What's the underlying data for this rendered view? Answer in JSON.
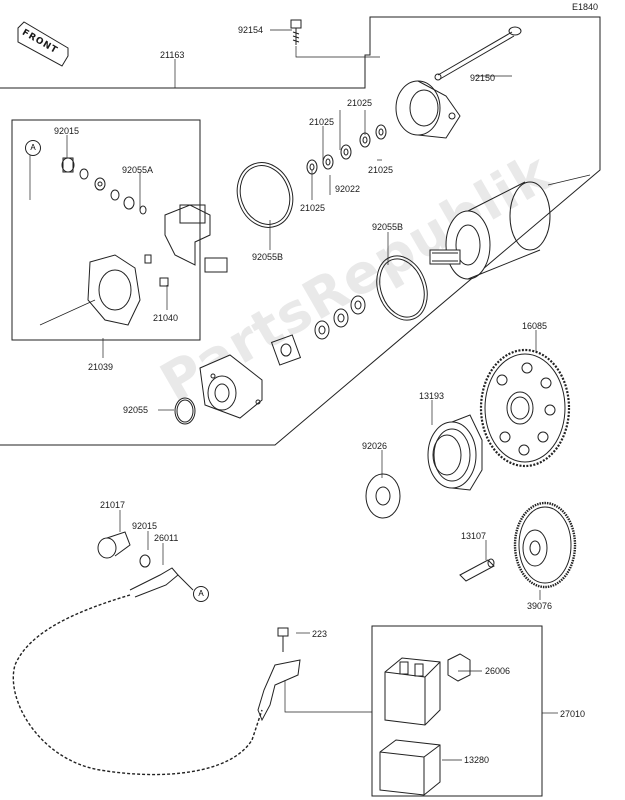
{
  "diagram": {
    "code": "E1840",
    "direction": "FRONT",
    "watermark": "PartsRepublik",
    "ref_marker": "A",
    "parts": {
      "p92154": "92154",
      "p92150": "92150",
      "p21163": "21163",
      "p21025a": "21025",
      "p21025b": "21025",
      "p21025c": "21025",
      "p21025d": "21025",
      "p92022": "92022",
      "p92015a": "92015",
      "p92055a": "92055A",
      "p92055b1": "92055B",
      "p92055b2": "92055B",
      "p21040": "21040",
      "p21039": "21039",
      "p92055": "92055",
      "p16085": "16085",
      "p13193": "13193",
      "p92026": "92026",
      "p21017": "21017",
      "p92015b": "92015",
      "p26011": "26011",
      "p13107": "13107",
      "p39076": "39076",
      "p223": "223",
      "p26006": "26006",
      "p27010": "27010",
      "p13280": "13280"
    }
  }
}
